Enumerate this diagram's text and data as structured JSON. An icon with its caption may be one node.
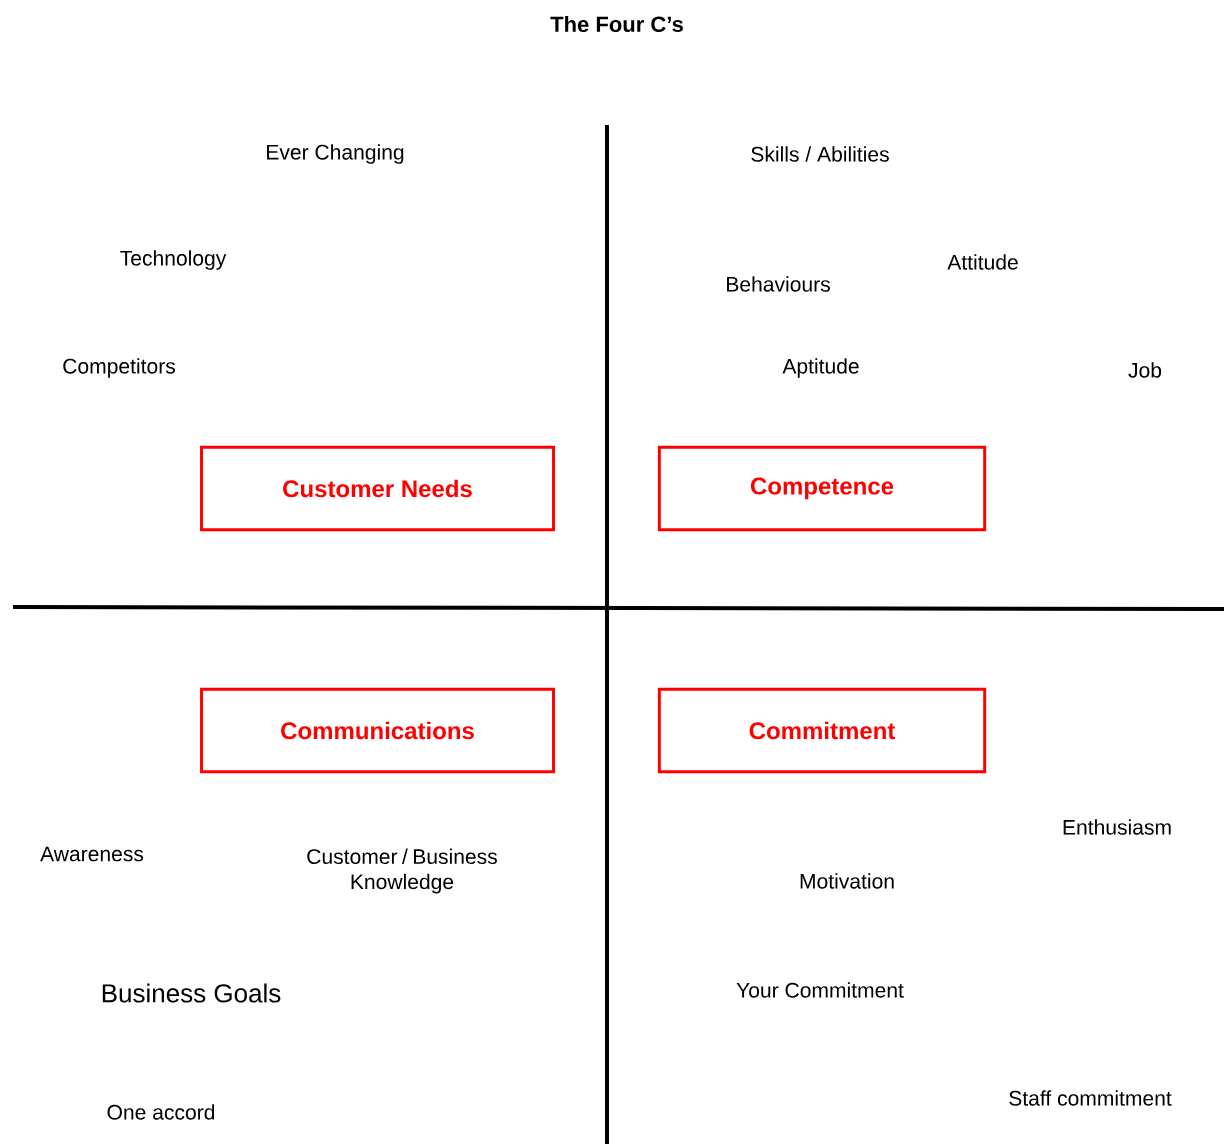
{
  "diagram": {
    "title": "The Four C’s",
    "nodes": [
      {
        "text": [
          "Customer Needs"
        ]
      },
      {
        "text": [
          "Competence"
        ]
      },
      {
        "text": [
          "Communications"
        ]
      },
      {
        "text": [
          "Commitment"
        ]
      }
    ],
    "labels": [
      "Ever Changing",
      "Technology",
      "Competitors",
      "Skills / Abilities",
      "Attitude",
      "Behaviours",
      "Aptitude",
      "Job",
      "Awareness",
      "Customer / Business Knowledge",
      "Business Goals",
      "One accord",
      "Enthusiasm",
      "Motivation",
      "Your Commitment",
      "Staff commitment"
    ]
  }
}
